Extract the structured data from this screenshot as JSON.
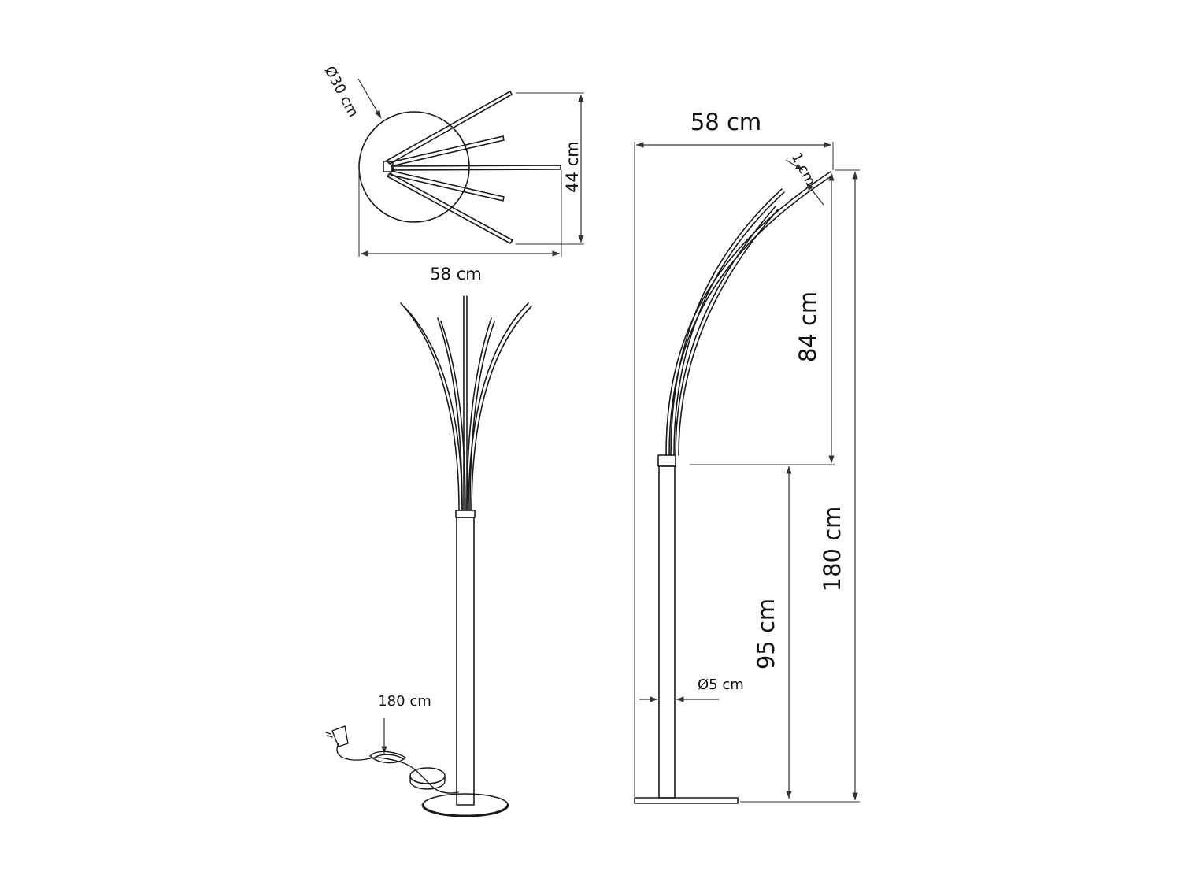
{
  "top_view": {
    "base_diameter": "Ø30 cm",
    "width": "58 cm",
    "depth": "44 cm"
  },
  "front_view": {
    "cable_length": "180 cm"
  },
  "side_view": {
    "width": "58 cm",
    "arm_thickness": "1 cm",
    "arm_height": "84 cm",
    "total_height": "180 cm",
    "pole_height": "95 cm",
    "pole_diameter": "Ø5 cm"
  }
}
